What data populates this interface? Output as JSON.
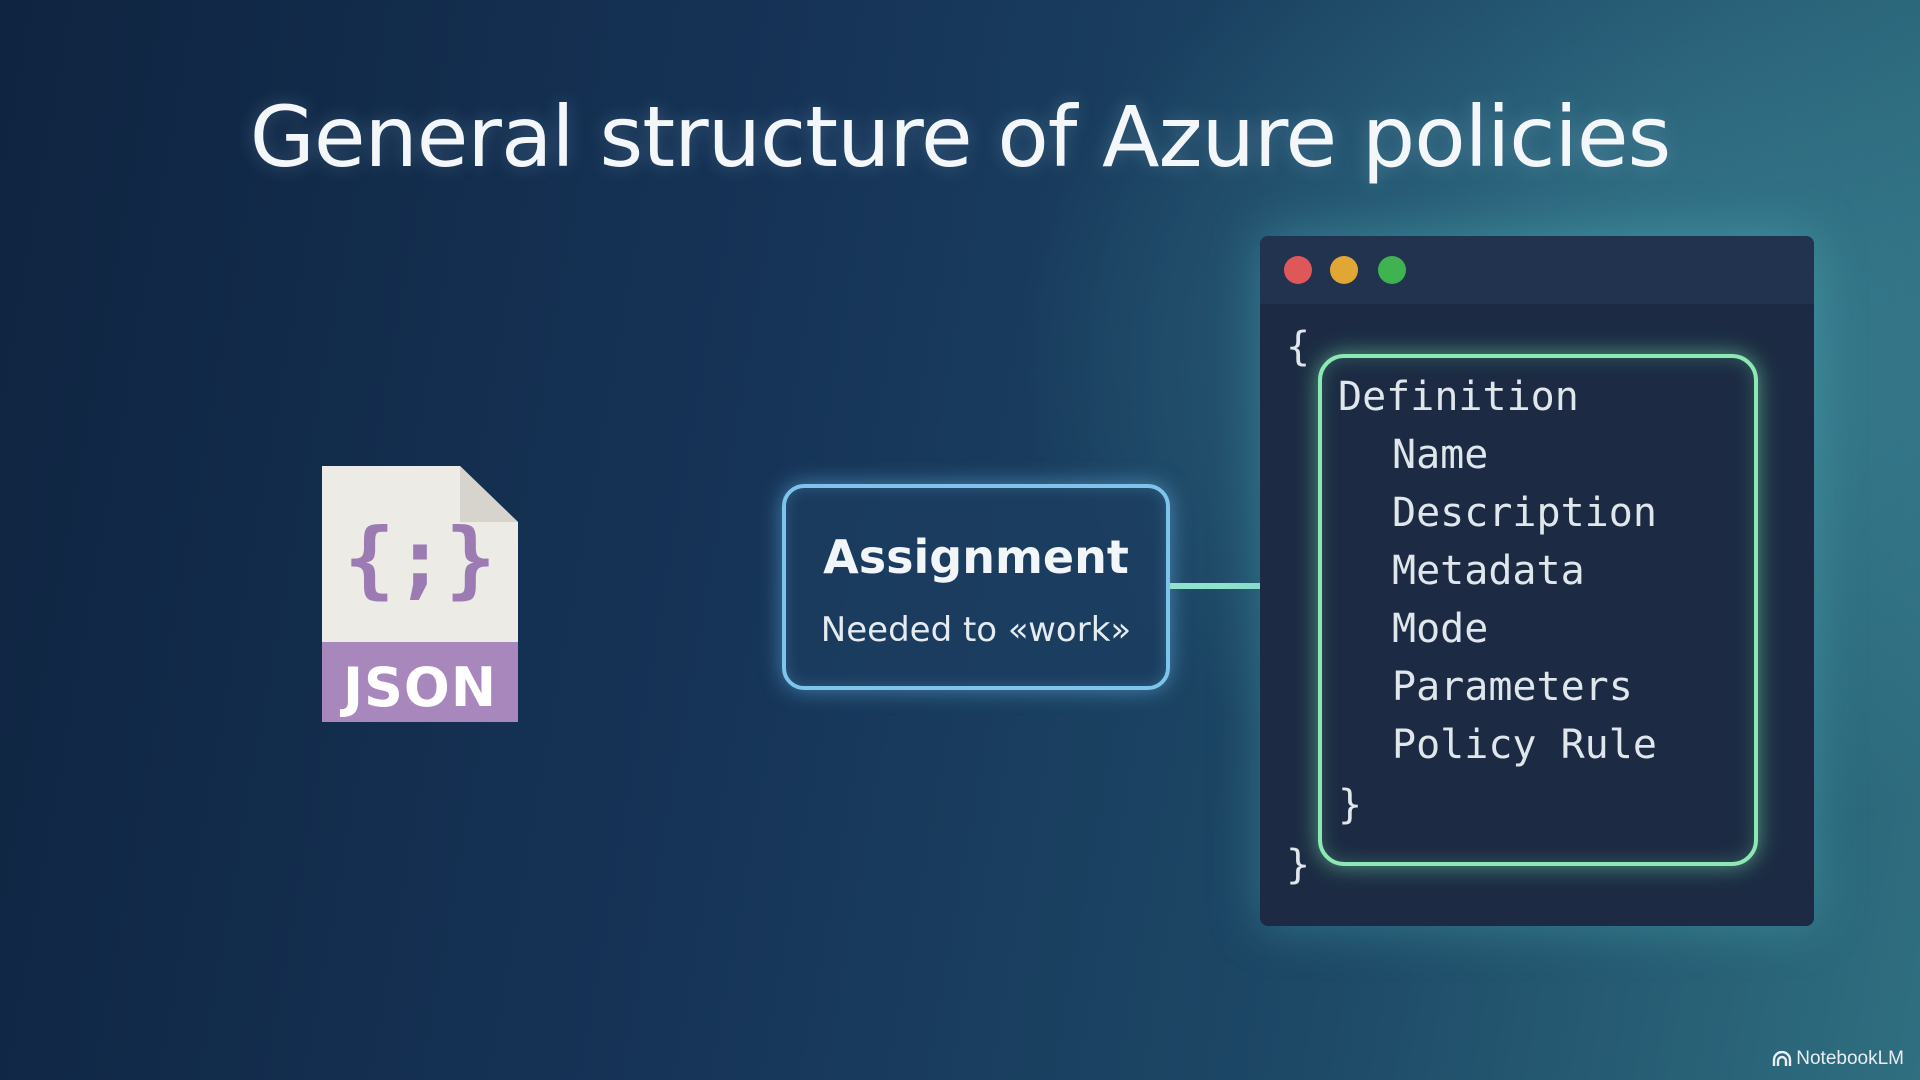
{
  "title": "General structure of Azure policies",
  "file_icon": {
    "symbol": "{;}",
    "label": "JSON",
    "icon": "json-file-icon",
    "color": "#a887bd"
  },
  "assignment": {
    "title": "Assignment",
    "subtitle": "Needed to «work»"
  },
  "code": {
    "open_brace": "{",
    "close_brace": "}",
    "definition_label": "Definition",
    "fields": [
      "Name",
      "Description",
      "Metadata",
      "Mode",
      "Parameters",
      "Policy Rule"
    ],
    "definition_close": "}"
  },
  "colors": {
    "assignment_border": "#7fc4ea",
    "definition_border": "#8ee8b4",
    "arrow": "#8fe3c8"
  },
  "watermark": "NotebookLM"
}
